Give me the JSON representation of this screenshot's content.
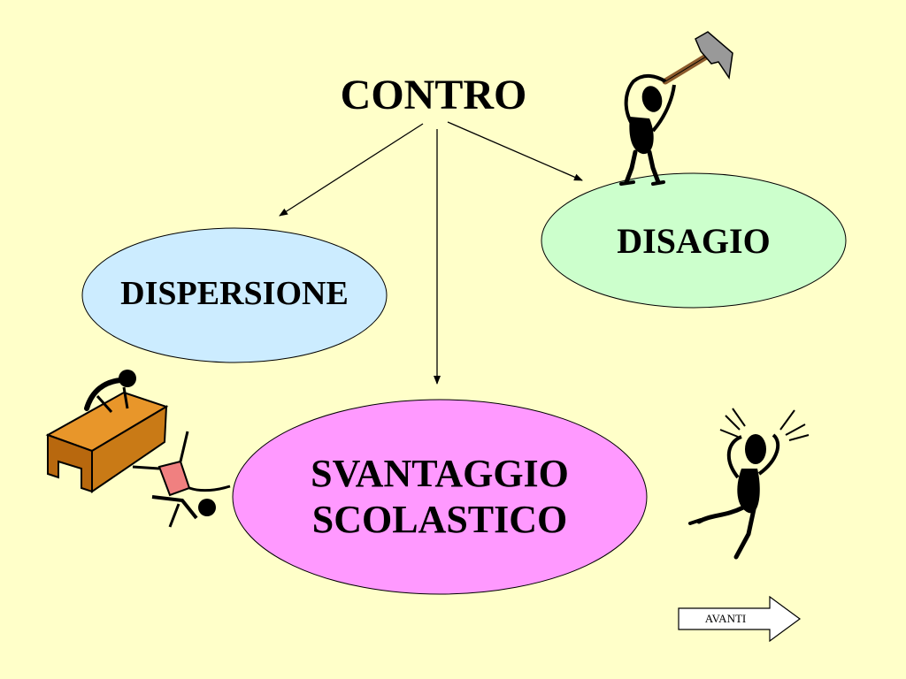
{
  "slide": {
    "title": "CONTRO",
    "nodes": {
      "dispersione": "DISPERSIONE",
      "disagio": "DISAGIO",
      "svantaggio_line1": "SVANTAGGIO",
      "svantaggio_line2": "SCOLASTICO"
    },
    "nav": {
      "next_label": "AVANTI"
    }
  },
  "colors": {
    "background": "#FFFFC9",
    "dispersione_fill": "#CCECFF",
    "disagio_fill": "#CCFFCC",
    "svantaggio_fill": "#FF99FF",
    "desk": "#CC7A00",
    "figure": "#000000"
  },
  "icons": [
    "hammer-figure-icon",
    "desk-falling-figure-icon",
    "frustrated-figure-icon",
    "right-arrow-icon"
  ]
}
